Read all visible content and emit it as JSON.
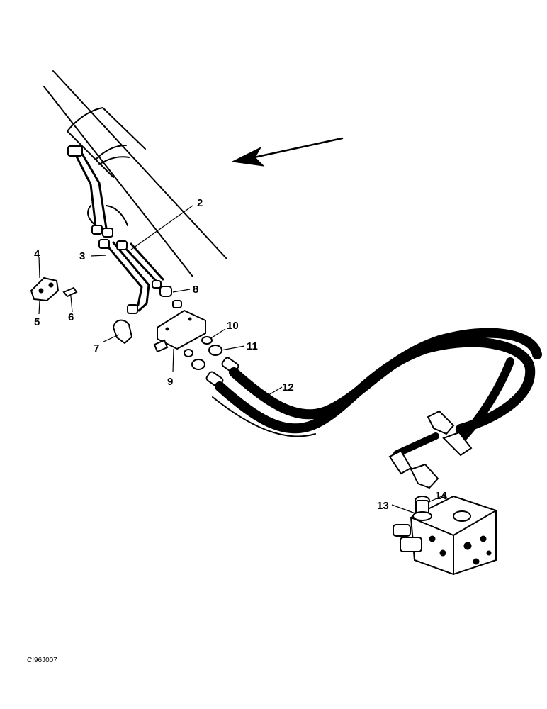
{
  "callouts": {
    "c2": "2",
    "c3": "3",
    "c4": "4",
    "c5": "5",
    "c6": "6",
    "c7": "7",
    "c8": "8",
    "c9": "9",
    "c10": "10",
    "c11": "11",
    "c12": "12",
    "c13": "13",
    "c14": "14"
  },
  "figure_code": "CI96J007"
}
